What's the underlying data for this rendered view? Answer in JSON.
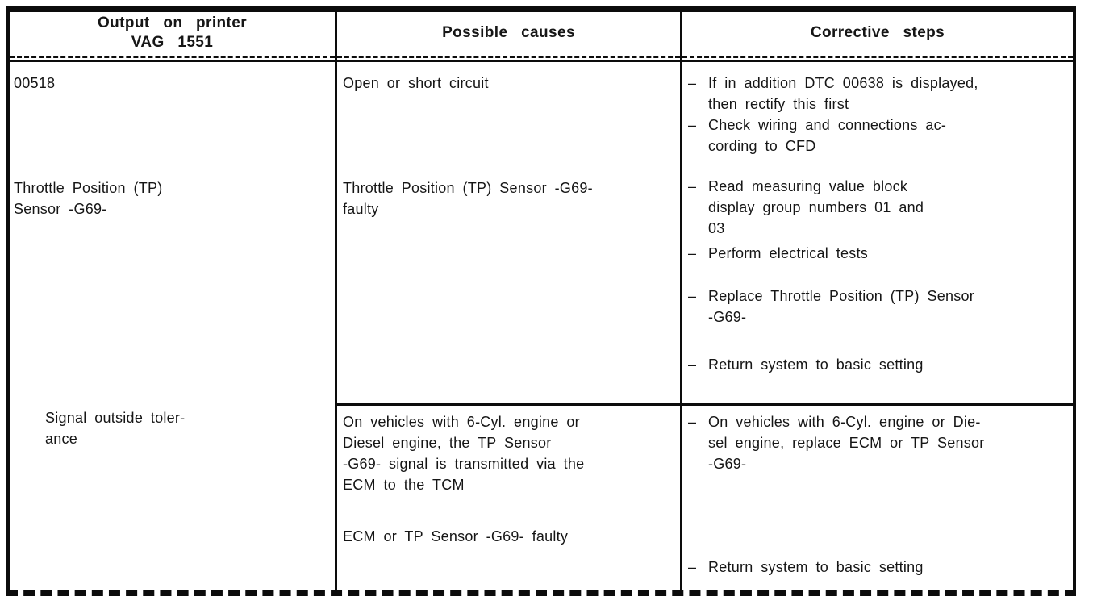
{
  "colors": {
    "ink": "#161616",
    "paper": "#ffffff"
  },
  "header": {
    "col1_line1": "Output on printer",
    "col1_line2": "VAG 1551",
    "col2": "Possible causes",
    "col3": "Corrective steps"
  },
  "output_cell": {
    "code": "00518",
    "component_lines": [
      "Throttle Position (TP)",
      "Sensor -G69-"
    ],
    "sub_lines": [
      "Signal outside toler-",
      "ance"
    ]
  },
  "causes_row1": {
    "item1_lines": [
      "Open or short circuit"
    ],
    "item2_lines": [
      "Throttle Position (TP) Sensor -G69-",
      "faulty"
    ]
  },
  "steps_row1": [
    {
      "marker": "–",
      "lines": [
        "If in addition DTC 00638 is displayed,",
        "then rectify this first"
      ]
    },
    {
      "marker": "–",
      "lines": [
        "Check wiring and connections ac-",
        "cording to CFD"
      ]
    },
    {
      "marker": "–",
      "lines": [
        "Read measuring value block",
        "display group numbers 01 and",
        "03"
      ]
    },
    {
      "marker": "–",
      "lines": [
        "Perform electrical tests"
      ]
    },
    {
      "marker": "–",
      "lines": [
        "Replace Throttle Position (TP) Sensor",
        "-G69-"
      ]
    },
    {
      "marker": "–",
      "lines": [
        "Return system to basic setting"
      ]
    }
  ],
  "causes_row2": {
    "item1_lines": [
      "On vehicles with 6-Cyl. engine or",
      "Diesel engine, the TP Sensor",
      "-G69- signal is transmitted via the",
      "ECM to the TCM"
    ],
    "item2_lines": [
      "ECM or TP Sensor -G69- faulty"
    ]
  },
  "steps_row2": [
    {
      "marker": "–",
      "lines": [
        "On vehicles with 6-Cyl. engine or Die-",
        "sel engine, replace ECM or TP Sensor",
        "-G69-"
      ]
    },
    {
      "marker": "–",
      "lines": [
        "Return system to basic setting"
      ]
    }
  ]
}
